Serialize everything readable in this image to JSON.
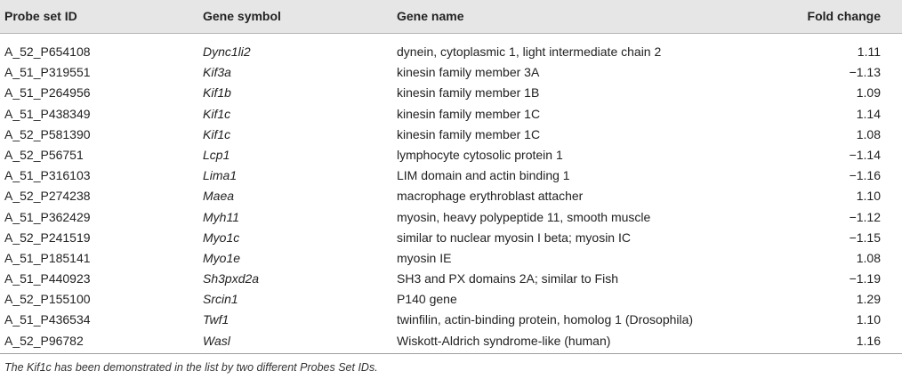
{
  "table": {
    "headers": {
      "probe": "Probe set ID",
      "symbol": "Gene symbol",
      "name": "Gene name",
      "fold": "Fold change"
    },
    "rows": [
      {
        "probe": "A_52_P654108",
        "symbol": "Dync1li2",
        "name": "dynein, cytoplasmic 1, light intermediate chain 2",
        "fold": "1.11"
      },
      {
        "probe": "A_51_P319551",
        "symbol": "Kif3a",
        "name": "kinesin family member 3A",
        "fold": "−1.13"
      },
      {
        "probe": "A_51_P264956",
        "symbol": "Kif1b",
        "name": "kinesin family member 1B",
        "fold": "1.09"
      },
      {
        "probe": "A_51_P438349",
        "symbol": "Kif1c",
        "name": "kinesin family member 1C",
        "fold": "1.14"
      },
      {
        "probe": "A_52_P581390",
        "symbol": "Kif1c",
        "name": "kinesin family member 1C",
        "fold": "1.08"
      },
      {
        "probe": "A_52_P56751",
        "symbol": "Lcp1",
        "name": "lymphocyte cytosolic protein 1",
        "fold": "−1.14"
      },
      {
        "probe": "A_51_P316103",
        "symbol": "Lima1",
        "name": "LIM domain and actin binding 1",
        "fold": "−1.16"
      },
      {
        "probe": "A_52_P274238",
        "symbol": "Maea",
        "name": "macrophage erythroblast attacher",
        "fold": "1.10"
      },
      {
        "probe": "A_51_P362429",
        "symbol": "Myh11",
        "name": "myosin, heavy polypeptide 11, smooth muscle",
        "fold": "−1.12"
      },
      {
        "probe": "A_52_P241519",
        "symbol": "Myo1c",
        "name": "similar to nuclear myosin I beta; myosin IC",
        "fold": "−1.15"
      },
      {
        "probe": "A_51_P185141",
        "symbol": "Myo1e",
        "name": "myosin IE",
        "fold": "1.08"
      },
      {
        "probe": "A_51_P440923",
        "symbol": "Sh3pxd2a",
        "name": "SH3 and PX domains 2A; similar to Fish",
        "fold": "−1.19"
      },
      {
        "probe": "A_52_P155100",
        "symbol": "Srcin1",
        "name": "P140 gene",
        "fold": "1.29"
      },
      {
        "probe": "A_51_P436534",
        "symbol": "Twf1",
        "name": "twinfilin, actin-binding protein, homolog 1 (Drosophila)",
        "fold": "1.10"
      },
      {
        "probe": "A_52_P96782",
        "symbol": "Wasl",
        "name": "Wiskott-Aldrich syndrome-like (human)",
        "fold": "1.16"
      }
    ]
  },
  "footnote": "The Kif1c has been demonstrated in the list by two different Probes Set IDs."
}
